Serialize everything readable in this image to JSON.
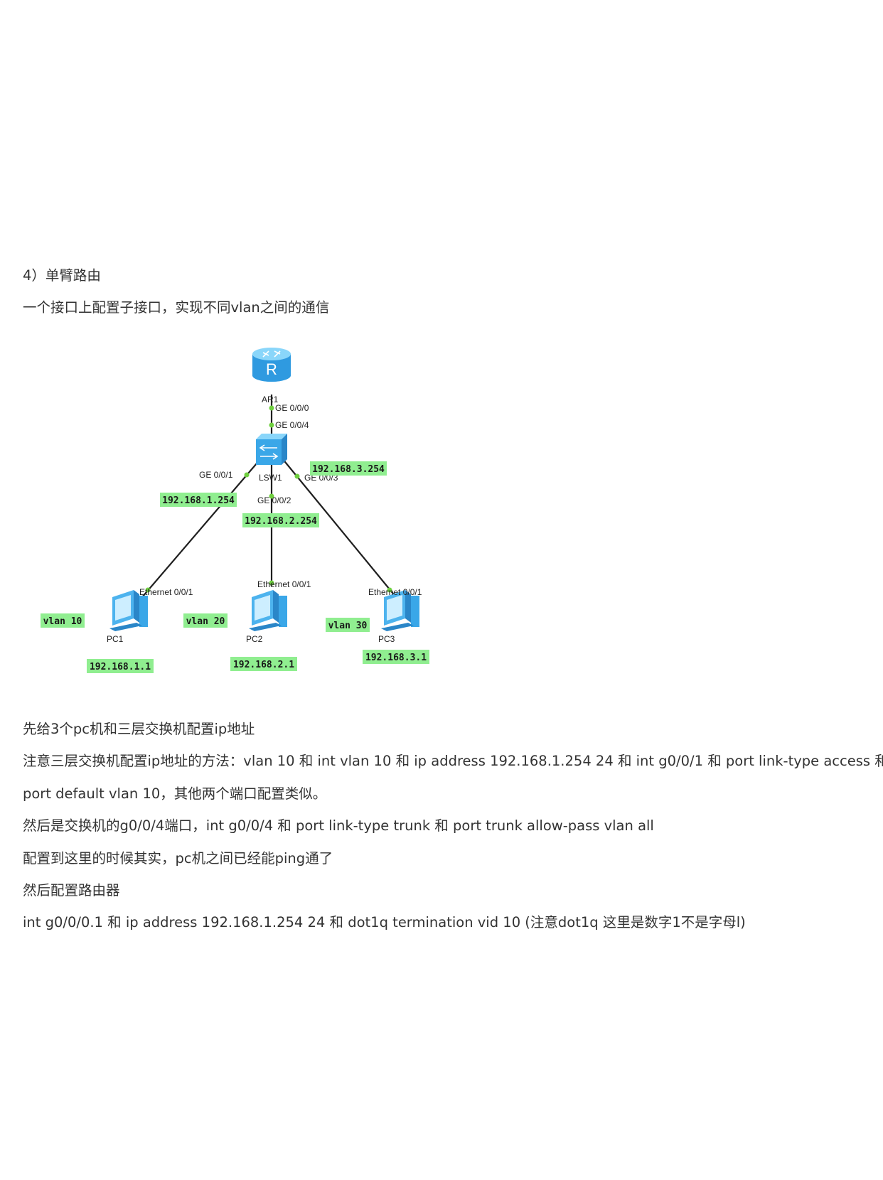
{
  "heading": "4）单臂路由",
  "subtitle": "一个接口上配置子接口，实现不同vlan之间的通信",
  "diagram": {
    "router": {
      "name": "AR1",
      "port": "GE 0/0/0",
      "glyph": "R"
    },
    "switch": {
      "name": "LSW1",
      "port_uplink": "GE 0/0/4",
      "port1": "GE 0/0/1",
      "port2": "GE 0/0/2",
      "port3": "GE 0/0/3",
      "ip1": "192.168.1.254",
      "ip2": "192.168.2.254",
      "ip3": "192.168.3.254"
    },
    "pcs": [
      {
        "name": "PC1",
        "port": "Ethernet 0/0/1",
        "vlan": "vlan 10",
        "ip": "192.168.1.1"
      },
      {
        "name": "PC2",
        "port": "Ethernet 0/0/1",
        "vlan": "vlan 20",
        "ip": "192.168.2.1"
      },
      {
        "name": "PC3",
        "port": "Ethernet 0/0/1",
        "vlan": "vlan 30",
        "ip": "192.168.3.1"
      }
    ],
    "colors": {
      "ip_box": "#90ee90",
      "device": "#3aa7e8",
      "link": "#1f1f1f",
      "port_dot": "#6fcf3f"
    }
  },
  "paragraphs": {
    "p1": "先给3个pc机和三层交换机配置ip地址",
    "p2a": "注意三层交换机配置ip地址的方法：vlan 10  和  int vlan 10   和 ip address 192.168.1.254 24  和 int g0/0/1 和 port link-type access 和",
    "p2b": "port default vlan 10，其他两个端口配置类似。",
    "p3": "然后是交换机的g0/0/4端口，int g0/0/4 和 port link-type trunk 和 port trunk allow-pass vlan all",
    "p4": "配置到这里的时候其实，pc机之间已经能ping通了",
    "p5": "然后配置路由器",
    "p6": "int g0/0/0.1 和 ip address 192.168.1.254 24  和 dot1q termination vid 10  (注意dot1q 这里是数字1不是字母l)"
  }
}
